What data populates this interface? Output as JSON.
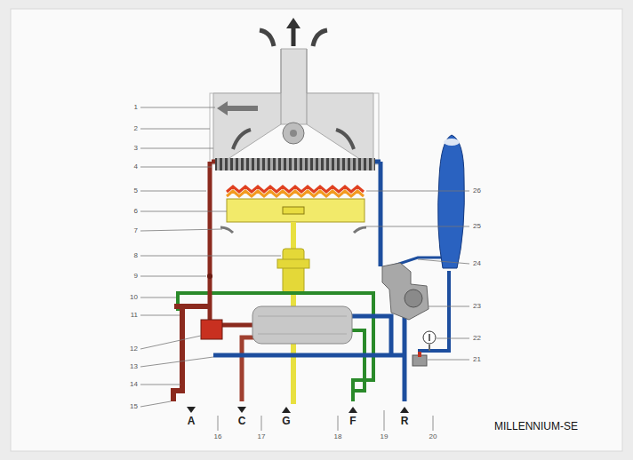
{
  "diagram": {
    "labels": [
      "1",
      "2",
      "3",
      "4",
      "5",
      "6",
      "7",
      "8",
      "9",
      "10",
      "11",
      "12",
      "13",
      "14",
      "15",
      "26",
      "25",
      "24",
      "23",
      "22",
      "21",
      "A",
      "C",
      "G",
      "F",
      "R",
      "16",
      "17",
      "18",
      "19",
      "20",
      "MILLENNIUM-SE"
    ]
  }
}
